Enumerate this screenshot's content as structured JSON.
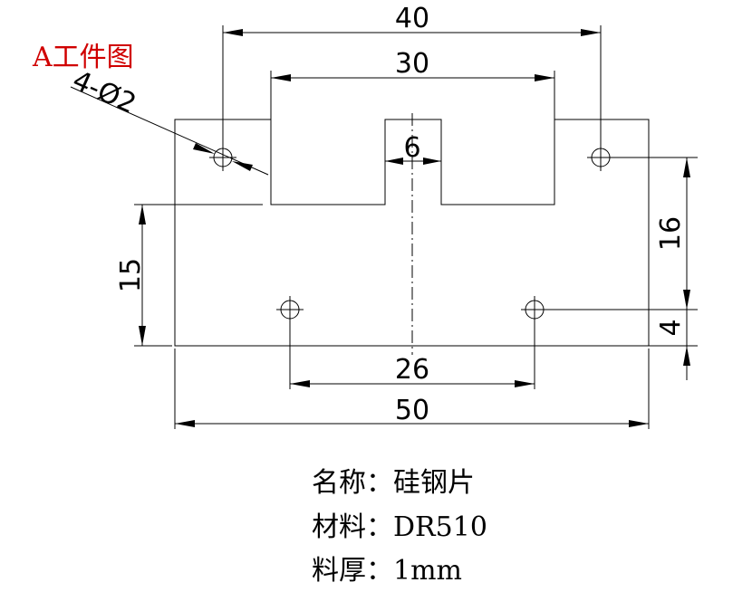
{
  "drawing": {
    "title": "A工件图",
    "hole_callout": "4-Ø2",
    "dimensions": {
      "d40": "40",
      "d30": "30",
      "d6": "6",
      "d16": "16",
      "d15": "15",
      "d4": "4",
      "d26": "26",
      "d50": "50"
    }
  },
  "specs": [
    {
      "label": "名称：",
      "value": "硅钢片"
    },
    {
      "label": "材料：",
      "value": "DR510"
    },
    {
      "label": "料厚：",
      "value": "1mm"
    }
  ],
  "colors": {
    "title": "#d00000",
    "lines": "#000000"
  }
}
